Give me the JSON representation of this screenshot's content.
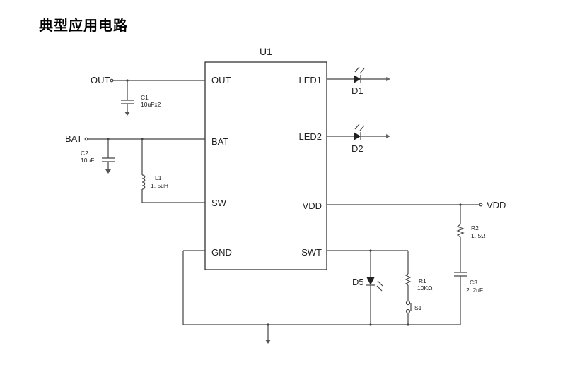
{
  "title": "典型应用电路",
  "ic": {
    "name": "U1",
    "pins_left": [
      "OUT",
      "BAT",
      "SW",
      "GND"
    ],
    "pins_right": [
      "LED1",
      "LED2",
      "VDD",
      "SWT"
    ]
  },
  "ports": {
    "out": "OUT",
    "bat": "BAT",
    "vdd": "VDD"
  },
  "components": {
    "c1": {
      "ref": "C1",
      "value": "10uFx2"
    },
    "c2": {
      "ref": "C2",
      "value": "10uF"
    },
    "l1": {
      "ref": "L1",
      "value": "1. 5uH"
    },
    "d1": {
      "ref": "D1"
    },
    "d2": {
      "ref": "D2"
    },
    "d5": {
      "ref": "D5"
    },
    "r1": {
      "ref": "R1",
      "value": "10KΩ"
    },
    "r2": {
      "ref": "R2",
      "value": "1. 5Ω"
    },
    "c3": {
      "ref": "C3",
      "value": "2. 2uF"
    },
    "s1": {
      "ref": "S1"
    }
  }
}
